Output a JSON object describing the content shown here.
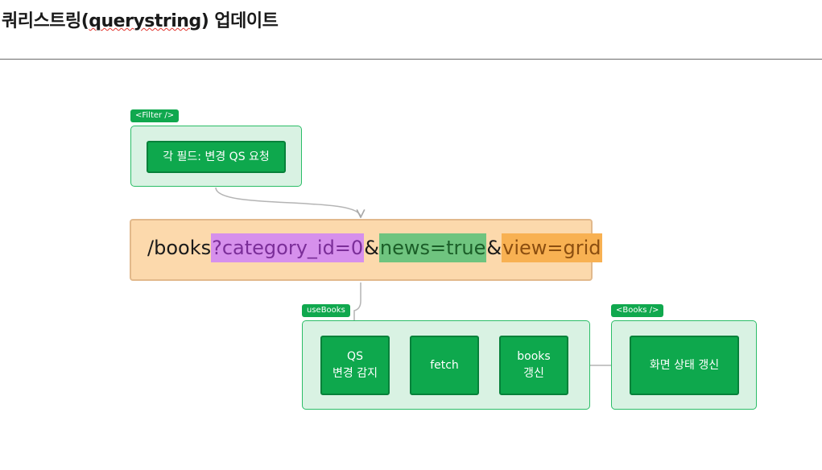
{
  "page": {
    "title_prefix": "쿼리스트링(",
    "title_underlined": "querystring",
    "title_suffix": ") 업데이트"
  },
  "filter_group": {
    "tag": "<Filter />",
    "node_label": "각 필드: 변경 QS 요청"
  },
  "url": {
    "path": "/books",
    "category_param": "?category_id=0",
    "amp1": "&",
    "news_param": "news=true",
    "amp2": "&",
    "view_param": "view=grid"
  },
  "usebooks_group": {
    "tag": "useBooks",
    "nodes": [
      {
        "line1": "QS",
        "line2": "변경 감지"
      },
      {
        "line1": "fetch",
        "line2": ""
      },
      {
        "line1": "books",
        "line2": "갱신"
      }
    ]
  },
  "books_group": {
    "tag": "<Books />",
    "node_label": "화면 상태 갱신"
  },
  "colors": {
    "node_fill": "#0ea84d",
    "group_fill": "#d9f2e3",
    "url_fill": "#fcd9ac",
    "category_highlight": "#d690ec",
    "news_highlight": "#6fc47f",
    "view_highlight": "#f8b152"
  }
}
